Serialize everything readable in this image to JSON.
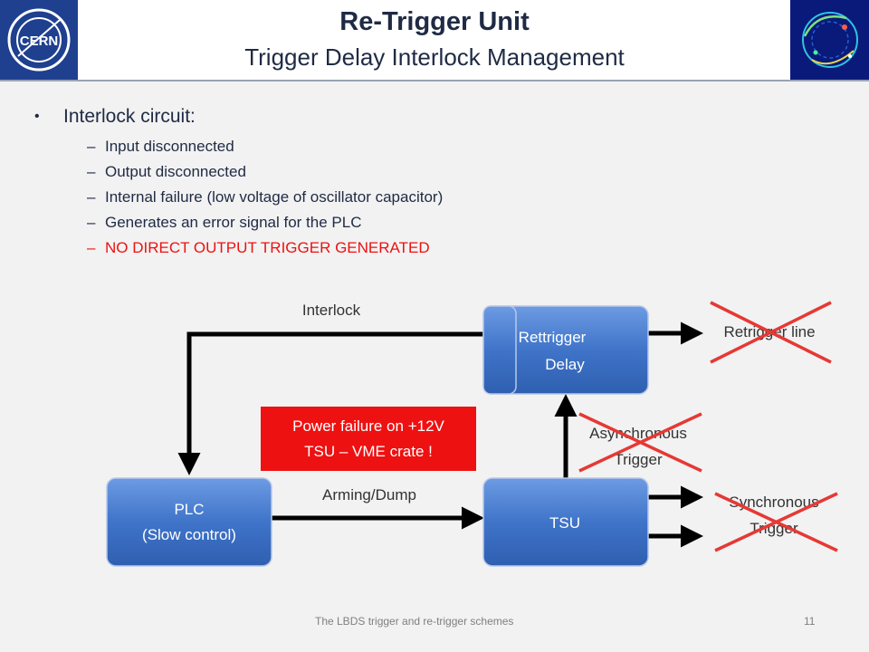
{
  "header": {
    "title": "Re-Trigger Unit",
    "subtitle": "Trigger Delay Interlock Management",
    "logo_text": "CERN"
  },
  "bullets": {
    "main": "Interlock circuit:",
    "items": [
      {
        "text": "Input disconnected",
        "color": "#1f2a44"
      },
      {
        "text": "Output disconnected",
        "color": "#1f2a44"
      },
      {
        "text": "Internal failure (low voltage of oscillator capacitor)",
        "color": "#1f2a44"
      },
      {
        "text": "Generates an error signal for the PLC",
        "color": "#1f2a44"
      },
      {
        "text": "NO DIRECT OUTPUT TRIGGER GENERATED",
        "color": "#ee1111"
      }
    ]
  },
  "diagram": {
    "interlock_label": "Interlock",
    "arming_label": "Arming/Dump",
    "retrigger_delay_line1": "Rettrigger",
    "retrigger_delay_line2": "Delay",
    "plc_line1": "PLC",
    "plc_line2": "(Slow control)",
    "tsu_label": "TSU",
    "retrigger_line_label": "Retrigger line",
    "async_line1": "Asynchronous",
    "async_line2": "Trigger",
    "sync_line1": "Synchronous",
    "sync_line2": "Trigger",
    "warning_line1": "Power failure on +12V",
    "warning_line2": "TSU – VME crate !"
  },
  "colors": {
    "box_blue": "#4a7fd0",
    "cross_red": "#e53935",
    "warning_bg": "#ee1111",
    "title_color": "#1f2a44"
  },
  "footer": {
    "center_text": "The LBDS trigger and re-trigger schemes",
    "page_number": "11"
  }
}
